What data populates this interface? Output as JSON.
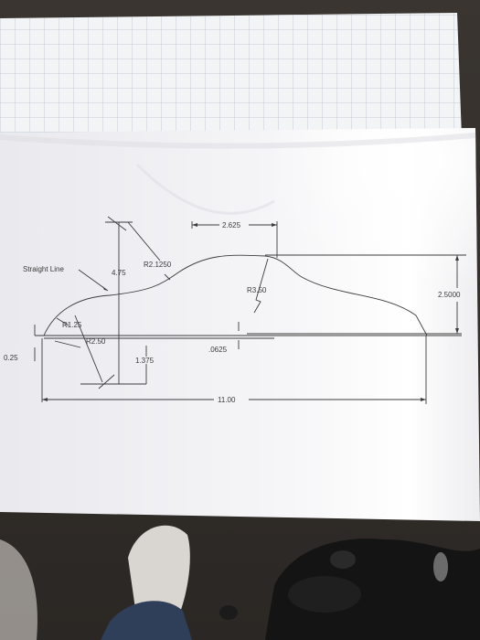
{
  "drawing": {
    "labels": {
      "straight_line": "Straight Line",
      "r_top": "R2.1250",
      "height_total": "4.75",
      "top_width": "2.625",
      "r_right": "R3.50",
      "right_height": "2.5000",
      "r_front": "R1.25",
      "r_front_inner": "R2.50",
      "base_step": ".0625",
      "inner_height": "1.375",
      "left_offset": "0.25",
      "overall_length": "11.00"
    }
  }
}
